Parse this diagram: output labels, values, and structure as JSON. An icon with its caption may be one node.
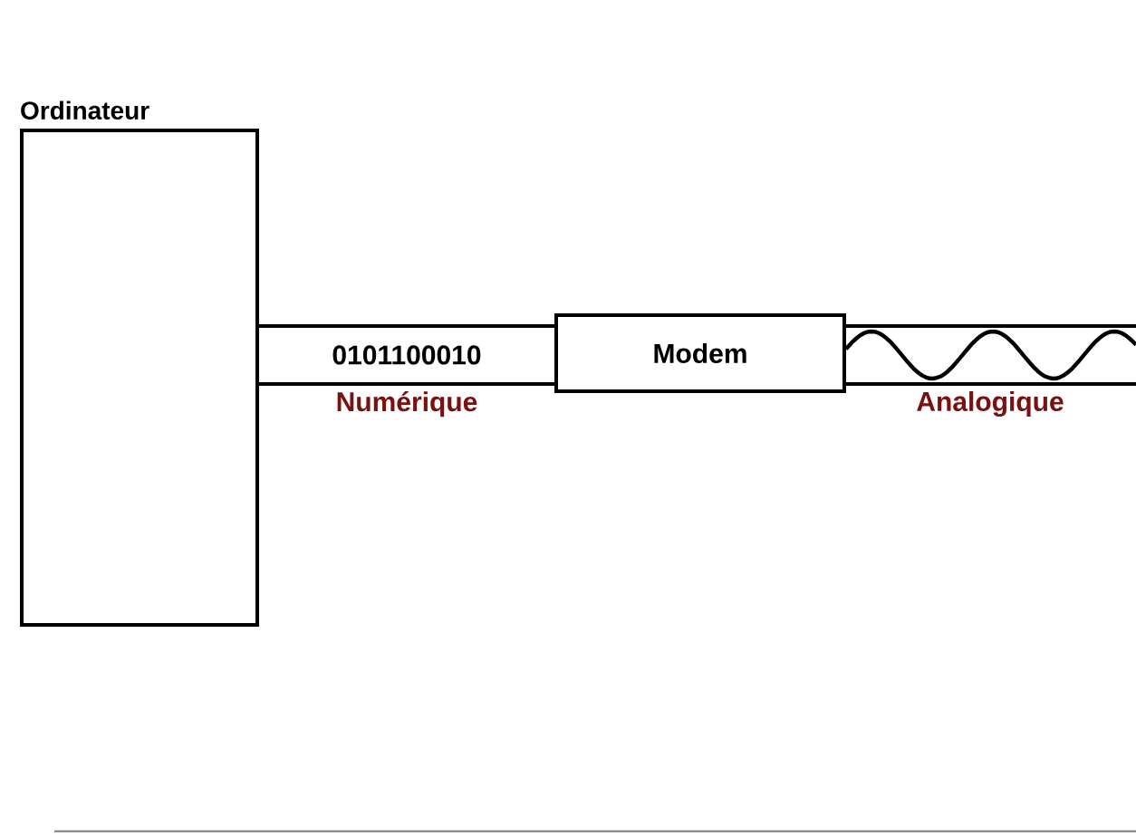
{
  "diagram": {
    "nodes": [
      {
        "text": [
          "Ordinateur"
        ]
      },
      {
        "text": [
          "0101100010"
        ],
        "beside": [
          "Numérique"
        ]
      },
      {
        "text": [
          "Modem"
        ]
      },
      {
        "text": [],
        "shape": "bar",
        "beside": [
          "Analogique"
        ]
      }
    ]
  }
}
